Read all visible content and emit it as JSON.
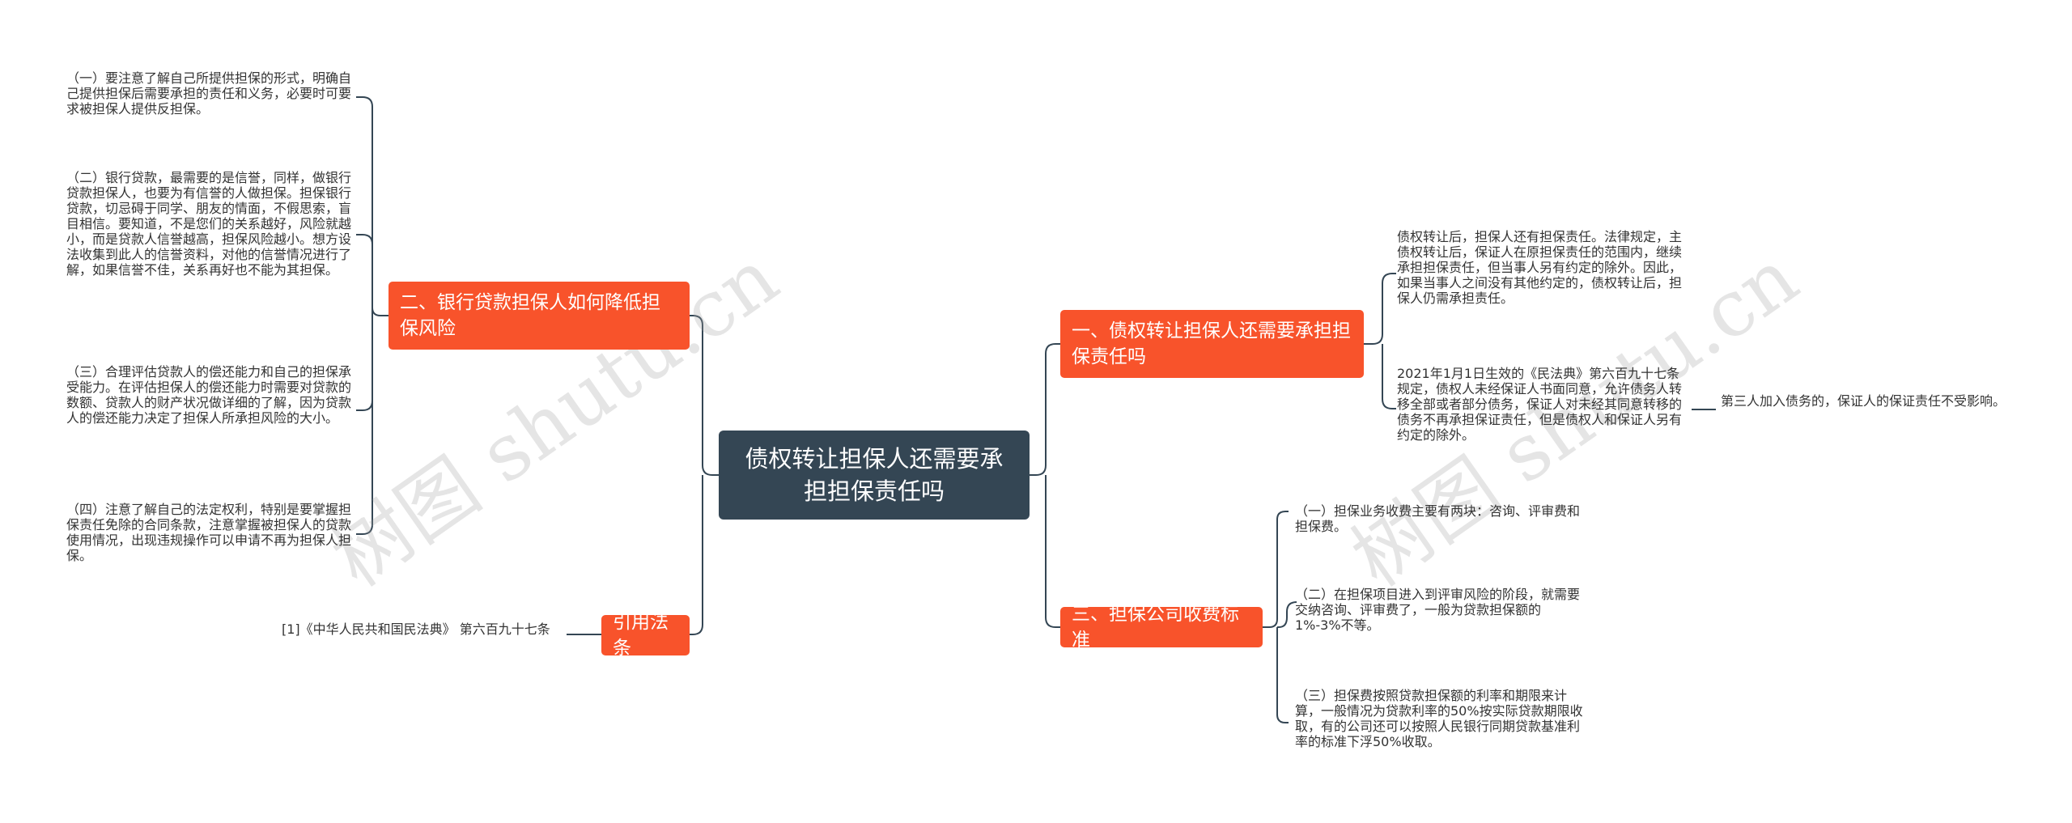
{
  "root": {
    "title": "债权转让担保人还需要承担担保责任吗"
  },
  "branches": {
    "b1": {
      "title": "一、债权转让担保人还需要承担担保责任吗",
      "items": [
        "债权转让后，担保人还有担保责任。法律规定，主债权转让后，保证人在原担保责任的范围内，继续承担担保责任，但当事人另有约定的除外。因此，如果当事人之间没有其他约定的，债权转让后，担保人仍需承担责任。",
        "2021年1月1日生效的《民法典》第六百九十七条规定，债权人未经保证人书面同意，允许债务人转移全部或者部分债务，保证人对未经其同意转移的债务不再承担保证责任，但是债权人和保证人另有约定的除外。"
      ],
      "sub": "第三人加入债务的，保证人的保证责任不受影响。"
    },
    "b2": {
      "title": "二、银行贷款担保人如何降低担保风险",
      "items": [
        "（一）要注意了解自己所提供担保的形式，明确自己提供担保后需要承担的责任和义务，必要时可要求被担保人提供反担保。",
        "（二）银行贷款，最需要的是信誉，同样，做银行贷款担保人，也要为有信誉的人做担保。担保银行贷款，切忌碍于同学、朋友的情面，不假思索，盲目相信。要知道，不是您们的关系越好，风险就越小，而是贷款人信誉越高，担保风险越小。想方设法收集到此人的信誉资料，对他的信誉情况进行了解，如果信誉不佳，关系再好也不能为其担保。",
        "（三）合理评估贷款人的偿还能力和自己的担保承受能力。在评估担保人的偿还能力时需要对贷款的数额、贷款人的财产状况做详细的了解，因为贷款人的偿还能力决定了担保人所承担风险的大小。",
        "（四）注意了解自己的法定权利，特别是要掌握担保责任免除的合同条款，注意掌握被担保人的贷款使用情况，出现违规操作可以申请不再为担保人担保。"
      ]
    },
    "b3": {
      "title": "三、担保公司收费标准",
      "items": [
        "（一）担保业务收费主要有两块：咨询、评审费和担保费。",
        "（二）在担保项目进入到评审风险的阶段，就需要交纳咨询、评审费了，一般为贷款担保额的1%-3%不等。",
        "（三）担保费按照贷款担保额的利率和期限来计算，一般情况为贷款利率的50%按实际贷款期限收取，有的公司还可以按照人民银行同期贷款基准利率的标准下浮50%收取。"
      ]
    },
    "b4": {
      "title": "引用法条",
      "items": [
        "[1]《中华人民共和国民法典》 第六百九十七条"
      ]
    }
  },
  "watermark": "树图 shutu.cn",
  "colors": {
    "root": "#344654",
    "branch": "#f8532b",
    "line": "#344654",
    "text": "#333333"
  }
}
